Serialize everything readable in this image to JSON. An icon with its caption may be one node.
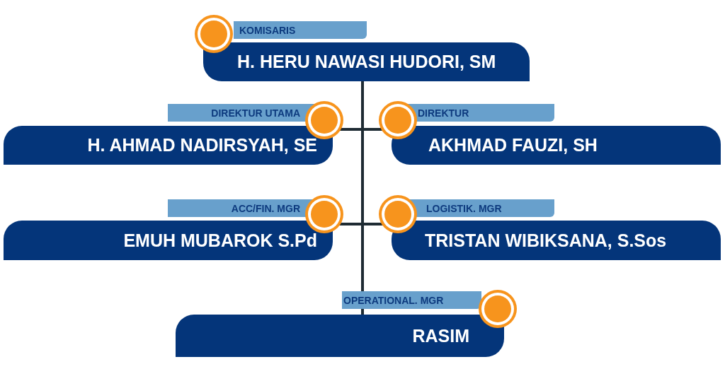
{
  "diagram": {
    "nodes": [
      {
        "text": [
          "KOMISARIS",
          "H. HERU NAWASI HUDORI, SM"
        ]
      },
      {
        "text": [
          "DIREKTUR UTAMA",
          "H. AHMAD NADIRSYAH, SE"
        ]
      },
      {
        "text": [
          "DIREKTUR",
          "AKHMAD FAUZI, SH"
        ]
      },
      {
        "text": [
          "ACC/FIN. MGR",
          "EMUH MUBAROK S.Pd"
        ]
      },
      {
        "text": [
          "LOGISTIK. MGR",
          "TRISTAN WIBIKSANA, S.Sos"
        ]
      },
      {
        "text": [
          "OPERATIONAL. MGR",
          "RASIM"
        ]
      }
    ],
    "edges": [
      {
        "from": 0,
        "to": 1,
        "arrow": "none"
      },
      {
        "from": 0,
        "to": 2,
        "arrow": "none"
      },
      {
        "from": 0,
        "to": 3,
        "arrow": "none"
      },
      {
        "from": 0,
        "to": 4,
        "arrow": "none"
      },
      {
        "from": 0,
        "to": 5,
        "arrow": "none"
      }
    ]
  }
}
